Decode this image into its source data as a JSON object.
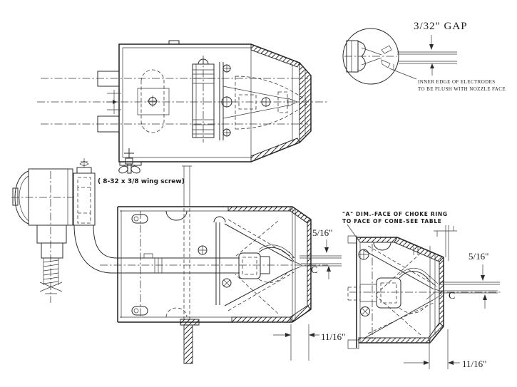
{
  "drawing": {
    "type": "technical-drawing",
    "colors": {
      "paper": "#ffffff",
      "ink": "#2b2b2b"
    }
  },
  "annotations": {
    "gap_detail": {
      "dimension": "3/32\" GAP",
      "note_line1": "INNER EDGE OF ELECTRODES",
      "note_line2": "TO BE FLUSH WITH NOZZLE FACE"
    },
    "wing_screw_note": "( 8-32 x 3/8  wing screw)",
    "choke_ring_note_line1": "\"A\" DIM.-FACE OF CHOKE RING",
    "choke_ring_note_line2": "TO FACE OF CONE-SEE TABLE",
    "side_view": {
      "electrode_height": "5/16\"",
      "cone_offset": "11/16\"",
      "centerline_symbol": "C"
    },
    "nozzle_detail": {
      "electrode_height": "5/16\"",
      "cone_offset": "11/16\"",
      "centerline_symbol": "C"
    }
  }
}
